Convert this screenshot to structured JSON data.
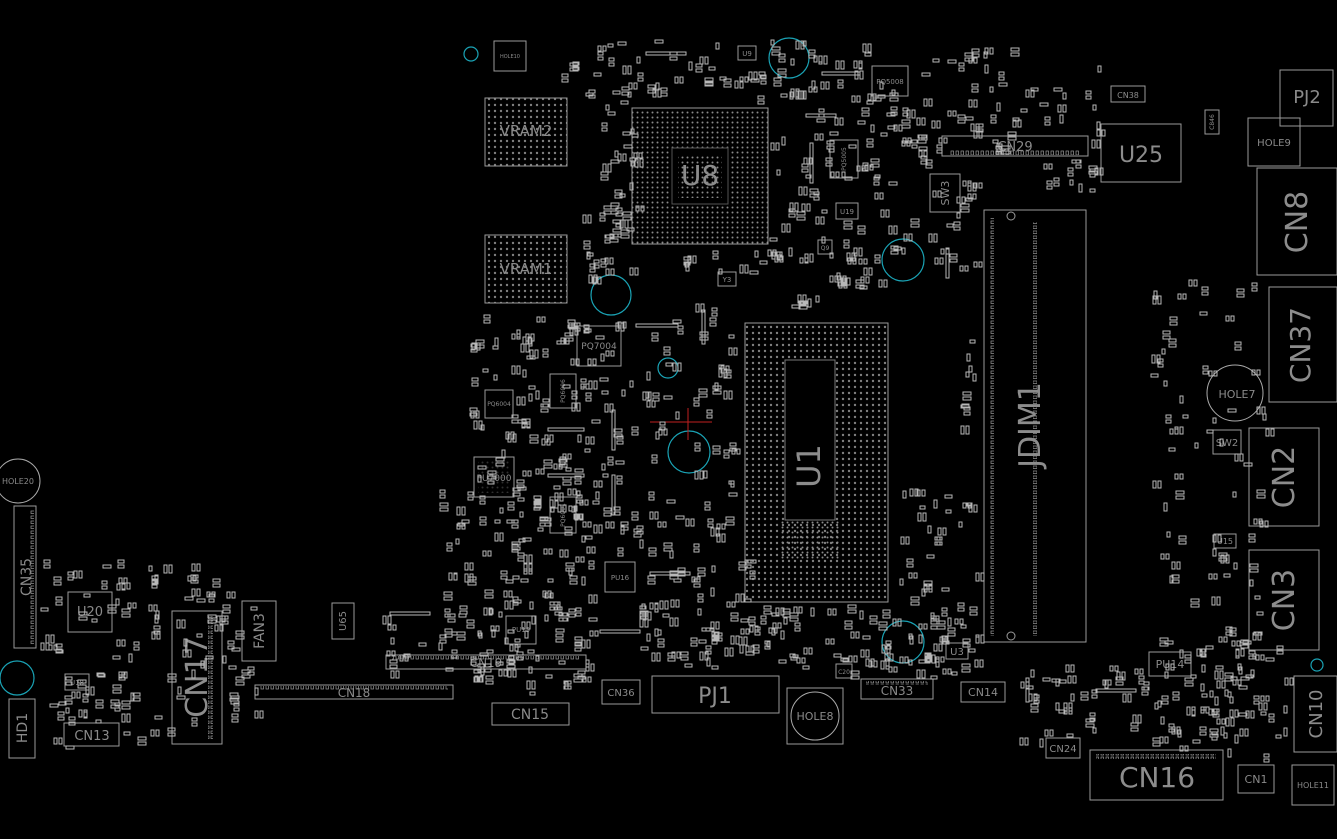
{
  "diagram": {
    "labels": {
      "vram2": "VRAM2",
      "vram1": "VRAM1",
      "u8": "U8",
      "u1": "U1",
      "jdim1": "JDIM1",
      "cn29": "CN29",
      "u25": "U25",
      "pj2": "PJ2",
      "hole9": "HOLE9",
      "cn8": "CN8",
      "cn37": "CN37",
      "hole7": "HOLE7",
      "sw2": "SW2",
      "cn2": "CN2",
      "u15": "U15",
      "cn3": "CN3",
      "pu14": "PU14",
      "cn10": "CN10",
      "cn1": "CN1",
      "hole11": "HOLE11",
      "cn16": "CN16",
      "cn24": "CN24",
      "cn14": "CN14",
      "u3": "U3",
      "cn33": "CN33",
      "hole8": "HOLE8",
      "pj1": "PJ1",
      "cn36": "CN36",
      "cn15": "CN15",
      "cn19": "CN19",
      "cn18": "CN18",
      "u65": "U65",
      "fan3": "FAN3",
      "cn17": "CN17",
      "u20": "U20",
      "cn13": "CN13",
      "hd1": "HD1",
      "cn35": "CN35",
      "hole20": "HOLE20",
      "u18": "U18",
      "pu7000": "PU7000",
      "pq7004": "PQ7004",
      "pu16": "PU16",
      "sw3": "SW3",
      "u19": "U19",
      "pq5008": "PQ5008",
      "cn38": "CN38",
      "c846": "C846",
      "y3": "Y3",
      "u9": "U9",
      "hole10": "HOLE10",
      "pq6001": "PQ6001",
      "pq5005": "PQ5005",
      "pq6006": "PQ6006",
      "pq6004": "PQ6004",
      "pq6001b": "PQ6001",
      "pq101": "PQ101",
      "pu15": "PU15",
      "q9": "Q9",
      "c20": "C20"
    },
    "colors": {
      "background": "#000000",
      "outline": "#9a9a9a",
      "label": "#8a8a8a",
      "hole": "#1aa3b5",
      "marker": "#c02020"
    }
  }
}
